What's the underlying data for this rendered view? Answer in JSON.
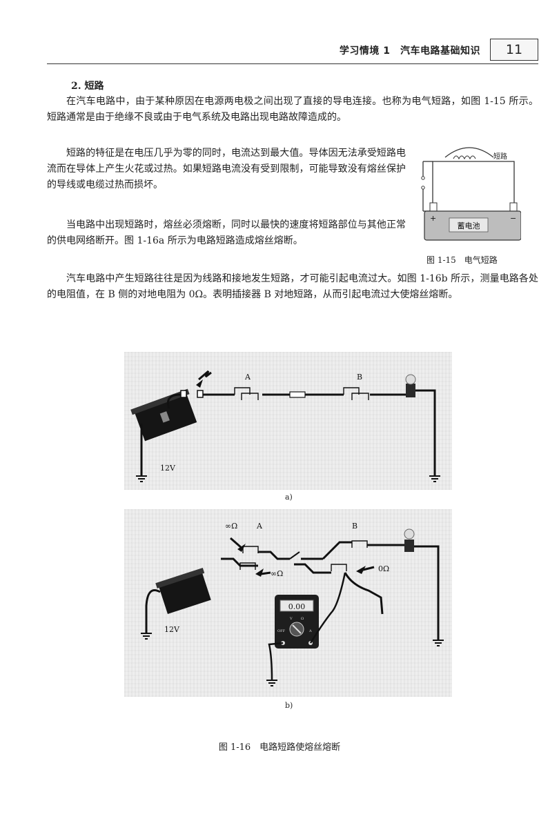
{
  "header": {
    "chapter": "学习情境 1　汽车电路基础知识",
    "page_number": "11"
  },
  "section": {
    "title": "2. 短路"
  },
  "paragraphs": {
    "p1": "在汽车电路中，由于某种原因在电源两电极之间出现了直接的导电连接。也称为电气短路，如图 1-15 所示。短路通常是由于绝缘不良或由于电气系统及电路出现电路故障造成的。",
    "p2": "短路的特征是在电压几乎为零的同时，电流达到最大值。导体因无法承受短路电流而在导体上产生火花或过热。如果短路电流没有受到限制，可能导致没有熔丝保护的导线或电缆过热而损坏。",
    "p3": "当电路中出现短路时，熔丝必须熔断，同时以最快的速度将短路部位与其他正常的供电网络断开。图 1-16a 所示为电路短路造成熔丝熔断。",
    "p4": "汽车电路中产生短路往往是因为线路和接地发生短路，才可能引起电流过大。如图 1-16b 所示，测量电路各处的电阻值，在 B 侧的对地电阻为 0Ω。表明插接器 B 对地短路，从而引起电流过大使熔丝熔断。"
  },
  "figure_1_15": {
    "short_label": "短路",
    "battery_label": "蓄电池",
    "plus": "+",
    "minus": "−",
    "caption": "图 1-15　电气短路"
  },
  "figure_1_16": {
    "a": {
      "connector_a": "A",
      "connector_b": "B",
      "voltage": "12V",
      "sublabel": "a)"
    },
    "b": {
      "connector_a": "A",
      "connector_b": "B",
      "voltage": "12V",
      "reading_inf_top": "∞Ω",
      "reading_inf_mid": "∞Ω",
      "reading_zero": "0Ω",
      "meter_display": "0.00",
      "meter_off": "OFF",
      "meter_v": "V",
      "meter_ohm": "Ω",
      "meter_a": "A",
      "sublabel": "b)"
    },
    "caption": "图 1-16　电路短路使熔丝熔断"
  }
}
